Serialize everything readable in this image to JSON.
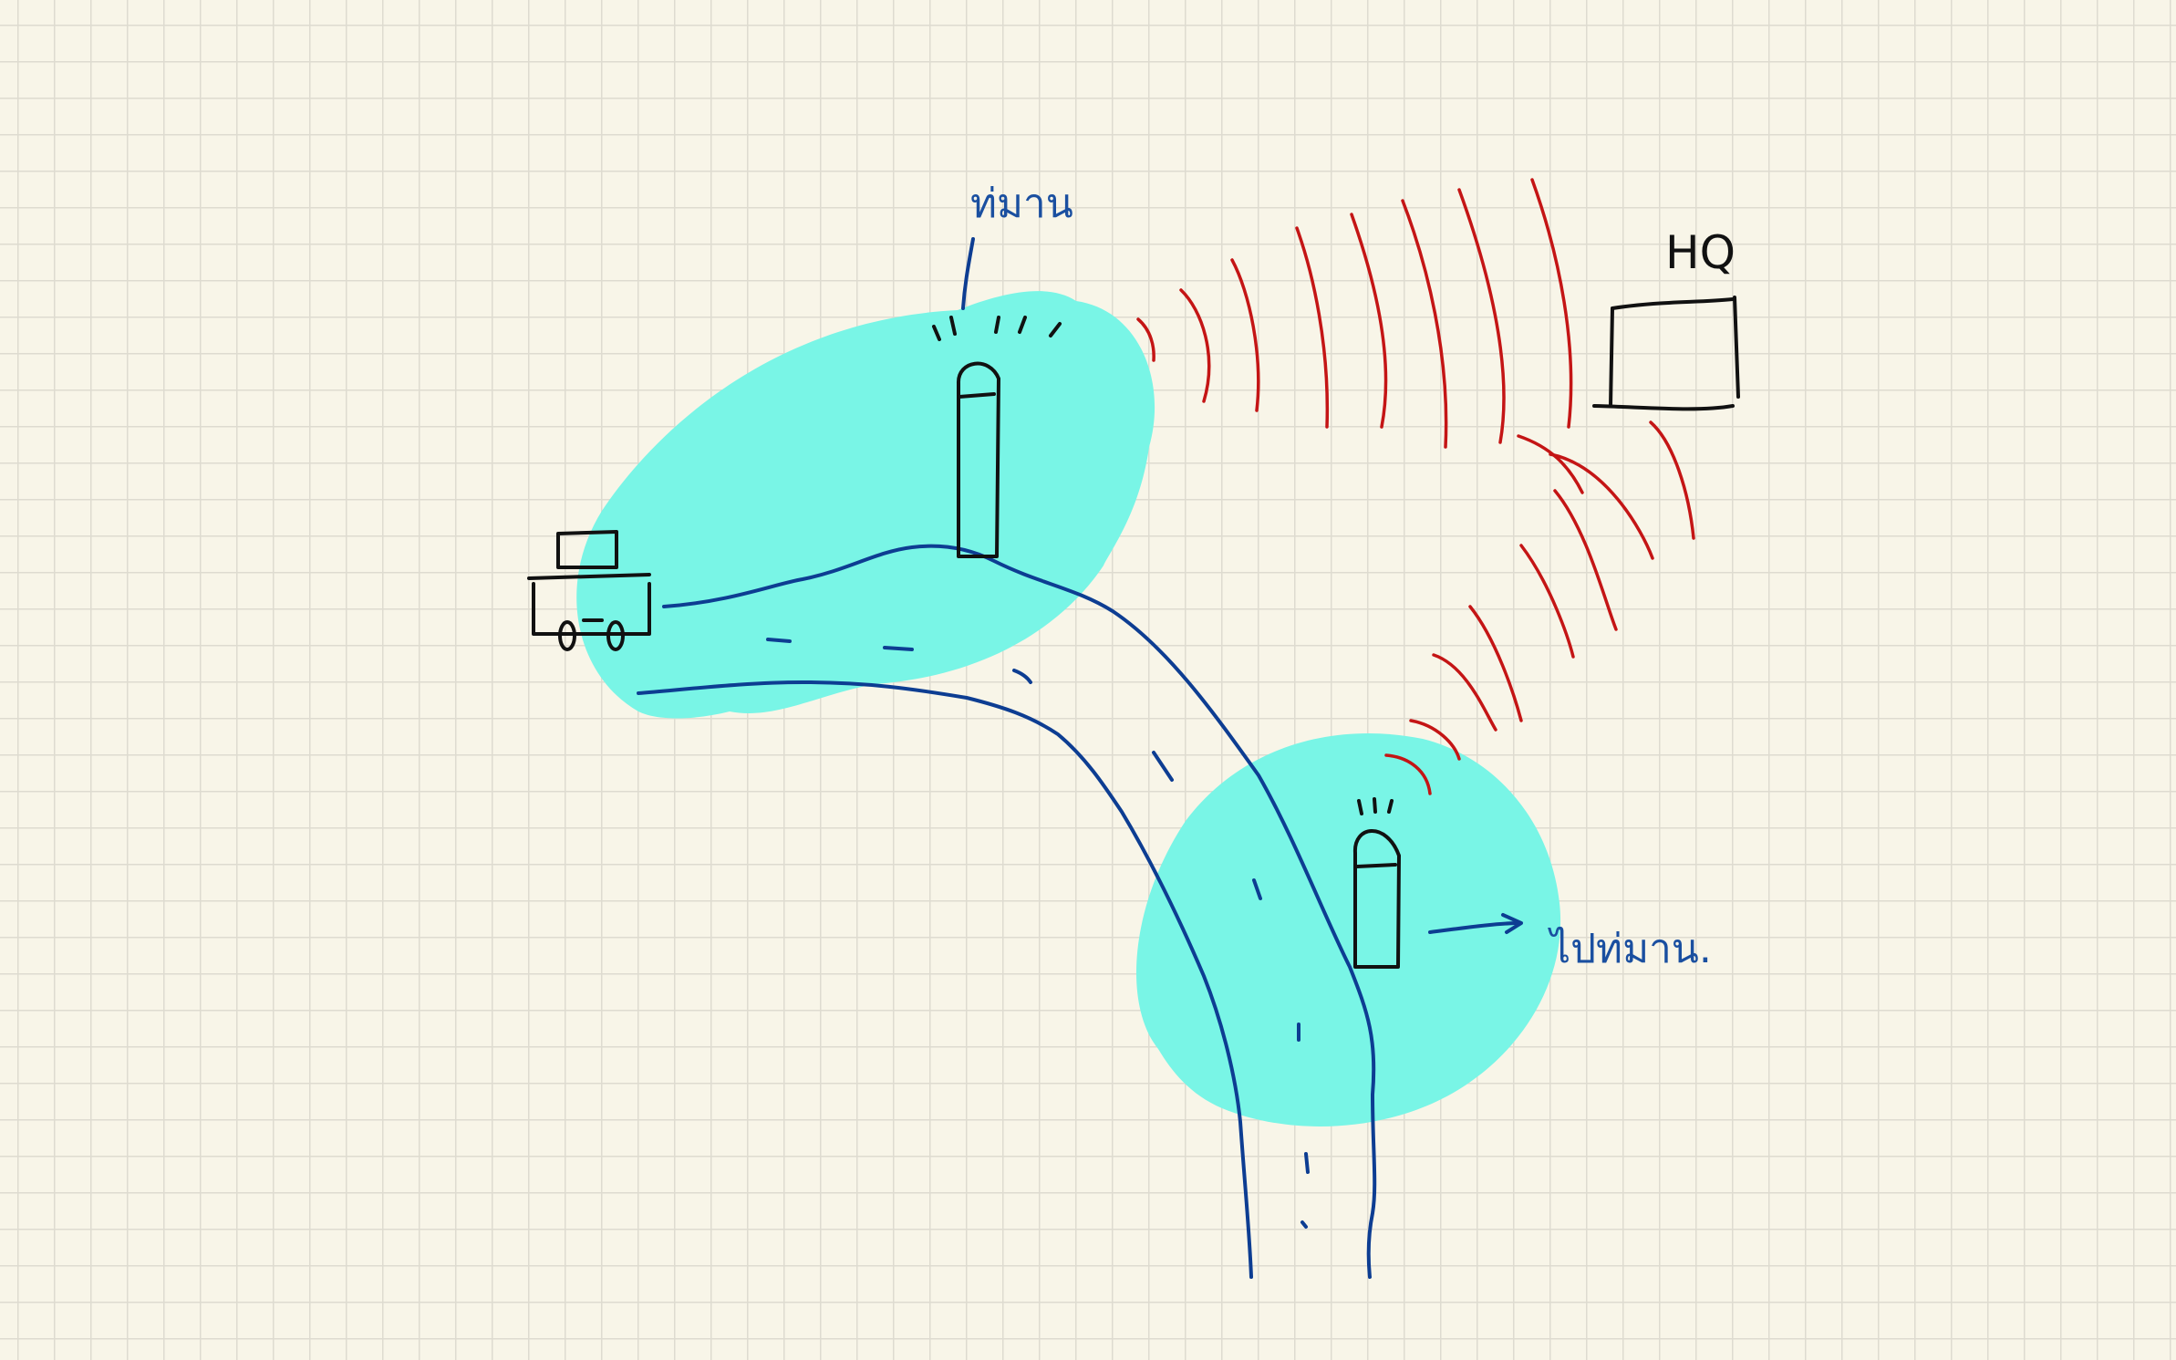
{
  "diagram": {
    "labels": {
      "upper_tower": "ท่มาน",
      "headquarters": "HQ",
      "lower_tower": "ไปท่มาน."
    },
    "colors": {
      "paper": "#f8f5e8",
      "grid": "#dedbd0",
      "coverage": "#79f5e6",
      "road": "#0d3d92",
      "signal": "#c41515",
      "outline": "#111111"
    },
    "icons": [
      "radio-tower-icon",
      "truck-icon",
      "headquarters-building-icon",
      "signal-wave-icon",
      "arrow-right-icon"
    ]
  }
}
